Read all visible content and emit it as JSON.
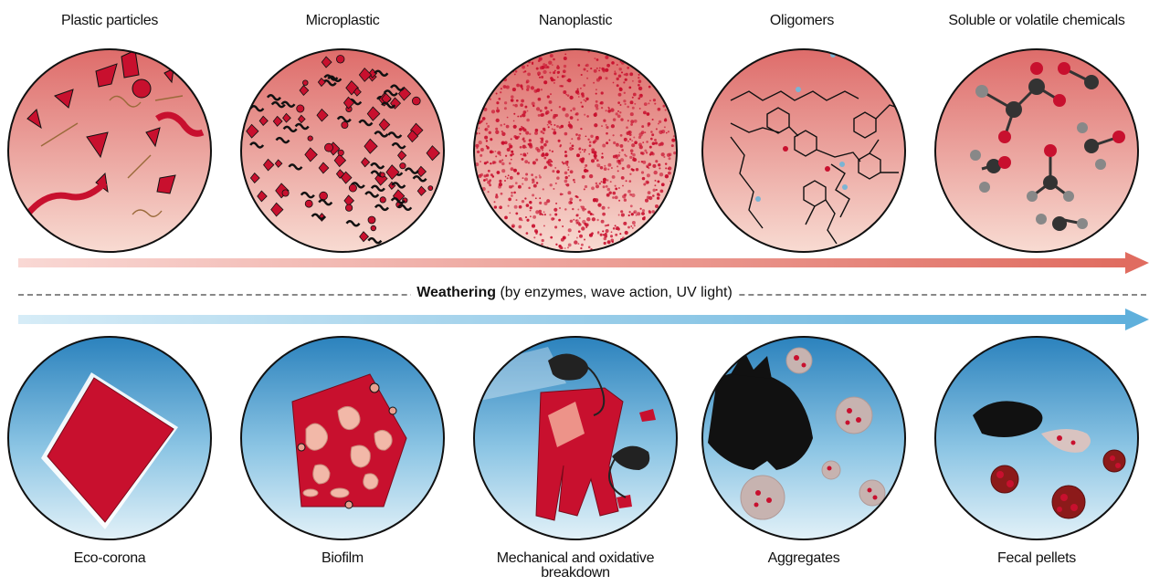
{
  "top_labels": [
    "Plastic particles",
    "Microplastic",
    "Nanoplastic",
    "Oligomers",
    "Soluble or volatile chemicals"
  ],
  "bottom_labels": [
    "Eco-corona",
    "Biofilm",
    "Mechanical and oxidative breakdown",
    "Aggregates",
    "Fecal pellets"
  ],
  "weathering": {
    "bold": "Weathering",
    "rest": " (by enzymes, wave action, UV light)"
  },
  "colors": {
    "plastic_red": "#c8102e",
    "pink_top": "#e07070",
    "pink_bottom": "#f6d2c8",
    "sea_top": "#2f86c0",
    "sea_bottom": "#d7ecf6",
    "arrow_red": "#e07468",
    "arrow_blue": "#6fb7de"
  }
}
